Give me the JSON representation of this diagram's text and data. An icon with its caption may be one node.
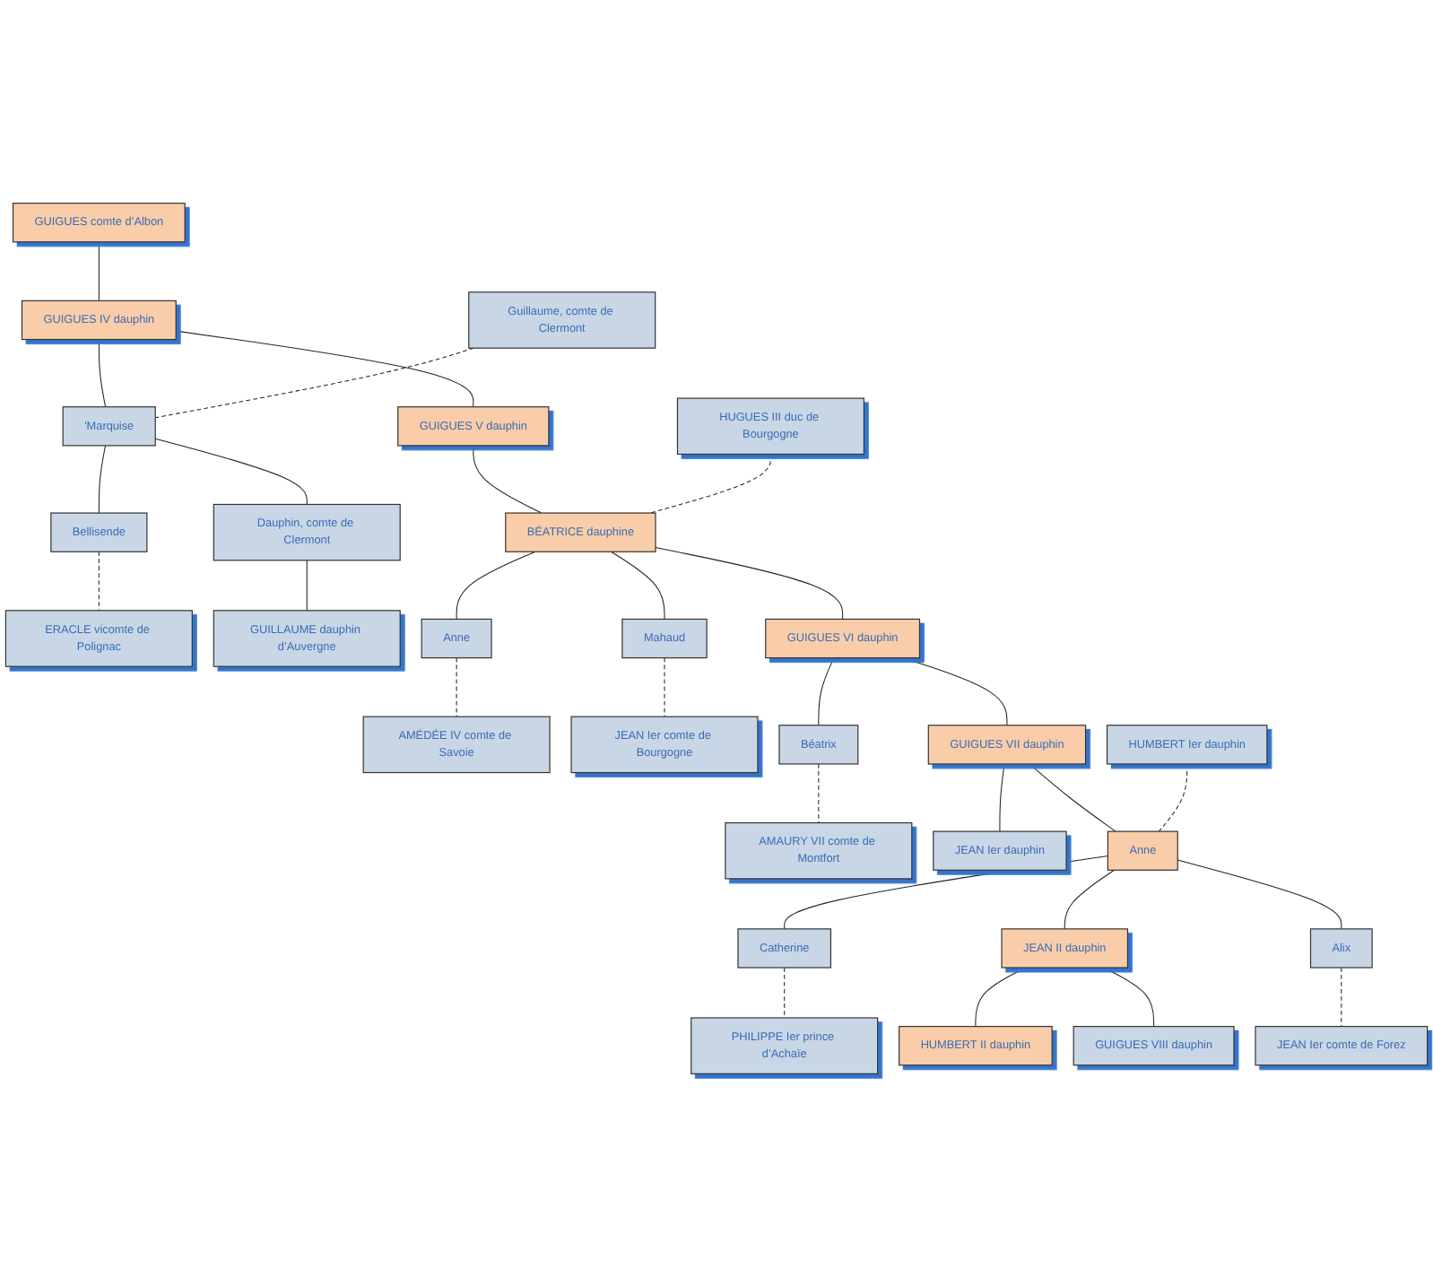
{
  "diagram": {
    "nodes": [
      {
        "text": [
          "GUIGUES comte d’Albon"
        ]
      },
      {
        "text": [
          "GUIGUES IV dauphin"
        ]
      },
      {
        "text": [
          "Guillaume, comte de Clermont"
        ]
      },
      {
        "text": [
          "'Marquise"
        ]
      },
      {
        "text": [
          "GUIGUES V dauphin"
        ]
      },
      {
        "text": [
          "Dauphin, comte de Clermont"
        ]
      },
      {
        "text": [
          "Bellisende"
        ]
      },
      {
        "text": [
          "ERACLE vicomte de Polignac"
        ]
      },
      {
        "text": [
          "BÉATRICE dauphine"
        ]
      },
      {
        "text": [
          "HUGUES III duc de Bourgogne"
        ]
      },
      {
        "text": [
          "GUILLAUME dauphin d’Auvergne"
        ]
      },
      {
        "text": [
          "GUIGUES VI dauphin"
        ]
      },
      {
        "text": [
          "AMÉDÉE IV comte de Savoie"
        ]
      },
      {
        "text": [
          "Anne"
        ]
      },
      {
        "text": [
          "Mahaud"
        ]
      },
      {
        "text": [
          "JEAN Ier comte de Bourgogne"
        ]
      },
      {
        "text": [
          "GUIGUES VII dauphin"
        ]
      },
      {
        "text": [
          "Béatrix"
        ]
      },
      {
        "text": [
          "AMAURY VII comte de Montfort"
        ]
      },
      {
        "text": [
          "JEAN Ier dauphin"
        ]
      },
      {
        "text": [
          "Anne"
        ]
      },
      {
        "text": [
          "HUMBERT Ier dauphin"
        ]
      },
      {
        "text": [
          "PHILIPPE Ier prince d’Achaïe"
        ]
      },
      {
        "text": [
          "Catherine"
        ]
      },
      {
        "text": [
          "JEAN II dauphin"
        ]
      },
      {
        "text": [
          "Alix"
        ]
      },
      {
        "text": [
          "JEAN Ier comte de Forez"
        ]
      },
      {
        "text": [
          "HUMBERT II dauphin"
        ]
      },
      {
        "text": [
          "GUIGUES VIII dauphin"
        ]
      }
    ],
    "edges": [
      {
        "from": 0,
        "to": 1,
        "arrow": "none"
      },
      {
        "from": 1,
        "to": 3,
        "arrow": "none"
      },
      {
        "from": 1,
        "to": 4,
        "arrow": "none"
      },
      {
        "from": 2,
        "to": 3,
        "arrow": "none",
        "style": "dashed"
      },
      {
        "from": 3,
        "to": 5,
        "arrow": "none"
      },
      {
        "from": 3,
        "to": 6,
        "arrow": "none"
      },
      {
        "from": 6,
        "to": 7,
        "arrow": "none",
        "style": "dashed"
      },
      {
        "from": 4,
        "to": 8,
        "arrow": "none"
      },
      {
        "from": 8,
        "to": 9,
        "arrow": "none",
        "style": "dashed"
      },
      {
        "from": 5,
        "to": 10,
        "arrow": "none"
      },
      {
        "from": 8,
        "to": 11,
        "arrow": "none"
      },
      {
        "from": 8,
        "to": 13,
        "arrow": "none"
      },
      {
        "from": 8,
        "to": 14,
        "arrow": "none"
      },
      {
        "from": 12,
        "to": 13,
        "arrow": "none",
        "style": "dashed"
      },
      {
        "from": 14,
        "to": 15,
        "arrow": "none",
        "style": "dashed"
      },
      {
        "from": 11,
        "to": 16,
        "arrow": "none"
      },
      {
        "from": 11,
        "to": 17,
        "arrow": "none"
      },
      {
        "from": 17,
        "to": 18,
        "arrow": "none",
        "style": "dashed"
      },
      {
        "from": 16,
        "to": 19,
        "arrow": "none"
      },
      {
        "from": 16,
        "to": 20,
        "arrow": "none"
      },
      {
        "from": 20,
        "to": 21,
        "arrow": "none",
        "style": "dashed"
      },
      {
        "from": 20,
        "to": 23,
        "arrow": "none"
      },
      {
        "from": 20,
        "to": 24,
        "arrow": "none"
      },
      {
        "from": 20,
        "to": 25,
        "arrow": "none"
      },
      {
        "from": 22,
        "to": 23,
        "arrow": "none",
        "style": "dashed"
      },
      {
        "from": 25,
        "to": 26,
        "arrow": "none",
        "style": "dashed"
      },
      {
        "from": 24,
        "to": 27,
        "arrow": "none"
      },
      {
        "from": 24,
        "to": 28,
        "arrow": "none"
      }
    ]
  }
}
